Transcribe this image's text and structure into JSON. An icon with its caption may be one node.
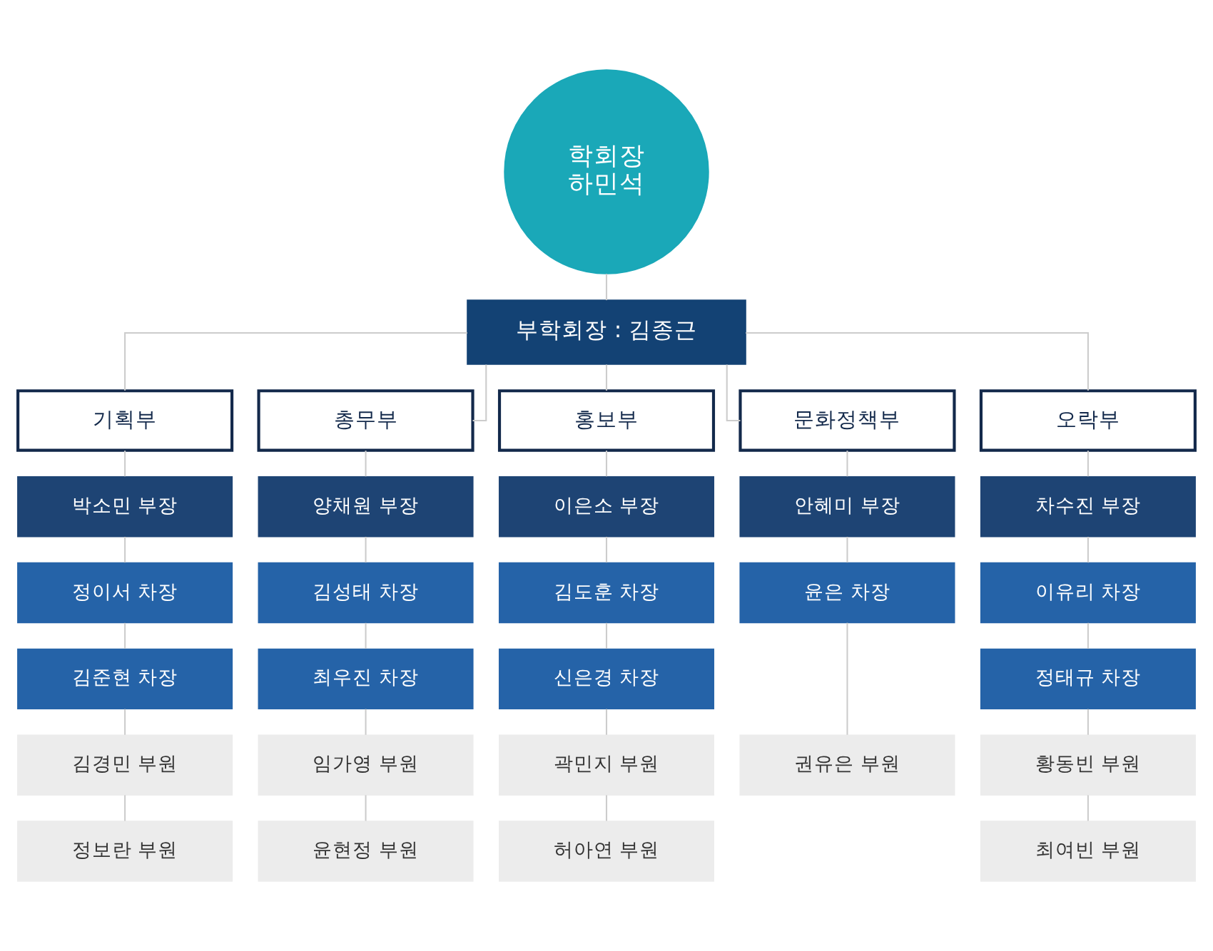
{
  "diagram": {
    "nodes": [
      {
        "text": [
          "학회장",
          "하민석"
        ]
      },
      {
        "text": [
          "부학회장 : 김종근"
        ]
      },
      {
        "text": [
          "기획부"
        ]
      },
      {
        "text": [
          "총무부"
        ]
      },
      {
        "text": [
          "홍보부"
        ]
      },
      {
        "text": [
          "문화정책부"
        ]
      },
      {
        "text": [
          "오락부"
        ]
      },
      {
        "text": [
          "박소민 부장"
        ]
      },
      {
        "text": [
          "정이서 차장"
        ]
      },
      {
        "text": [
          "김준현 차장"
        ]
      },
      {
        "text": [
          "김경민 부원"
        ]
      },
      {
        "text": [
          "정보란 부원"
        ]
      },
      {
        "text": [
          "양채원 부장"
        ]
      },
      {
        "text": [
          "김성태 차장"
        ]
      },
      {
        "text": [
          "최우진 차장"
        ]
      },
      {
        "text": [
          "임가영 부원"
        ]
      },
      {
        "text": [
          "윤현정 부원"
        ]
      },
      {
        "text": [
          "이은소 부장"
        ]
      },
      {
        "text": [
          "김도훈 차장"
        ]
      },
      {
        "text": [
          "신은경 차장"
        ]
      },
      {
        "text": [
          "곽민지 부원"
        ]
      },
      {
        "text": [
          "허아연 부원"
        ]
      },
      {
        "text": [
          "안혜미 부장"
        ]
      },
      {
        "text": [
          "윤은 차장"
        ]
      },
      {
        "text": [
          "권유은 부원"
        ]
      },
      {
        "text": [
          "차수진 부장"
        ]
      },
      {
        "text": [
          "이유리 차장"
        ]
      },
      {
        "text": [
          "정태규 차장"
        ]
      },
      {
        "text": [
          "황동빈 부원"
        ]
      },
      {
        "text": [
          "최여빈 부원"
        ]
      }
    ],
    "edges": [
      {
        "from": 0,
        "to": 1,
        "arrow": "none"
      },
      {
        "from": 1,
        "to": 2,
        "arrow": "none"
      },
      {
        "from": 1,
        "to": 3,
        "arrow": "none"
      },
      {
        "from": 1,
        "to": 4,
        "arrow": "none"
      },
      {
        "from": 1,
        "to": 5,
        "arrow": "none"
      },
      {
        "from": 1,
        "to": 6,
        "arrow": "none"
      },
      {
        "from": 2,
        "to": 7,
        "arrow": "none"
      },
      {
        "from": 7,
        "to": 8,
        "arrow": "none"
      },
      {
        "from": 8,
        "to": 9,
        "arrow": "none"
      },
      {
        "from": 9,
        "to": 10,
        "arrow": "none"
      },
      {
        "from": 10,
        "to": 11,
        "arrow": "none"
      },
      {
        "from": 3,
        "to": 12,
        "arrow": "none"
      },
      {
        "from": 12,
        "to": 13,
        "arrow": "none"
      },
      {
        "from": 13,
        "to": 14,
        "arrow": "none"
      },
      {
        "from": 14,
        "to": 15,
        "arrow": "none"
      },
      {
        "from": 15,
        "to": 16,
        "arrow": "none"
      },
      {
        "from": 4,
        "to": 17,
        "arrow": "none"
      },
      {
        "from": 17,
        "to": 18,
        "arrow": "none"
      },
      {
        "from": 18,
        "to": 19,
        "arrow": "none"
      },
      {
        "from": 19,
        "to": 20,
        "arrow": "none"
      },
      {
        "from": 20,
        "to": 21,
        "arrow": "none"
      },
      {
        "from": 5,
        "to": 22,
        "arrow": "none"
      },
      {
        "from": 22,
        "to": 23,
        "arrow": "none"
      },
      {
        "from": 23,
        "to": 24,
        "arrow": "none"
      },
      {
        "from": 6,
        "to": 25,
        "arrow": "none"
      },
      {
        "from": 25,
        "to": 26,
        "arrow": "none"
      },
      {
        "from": 26,
        "to": 27,
        "arrow": "none"
      },
      {
        "from": 27,
        "to": 28,
        "arrow": "none"
      },
      {
        "from": 28,
        "to": 29,
        "arrow": "none"
      }
    ]
  }
}
